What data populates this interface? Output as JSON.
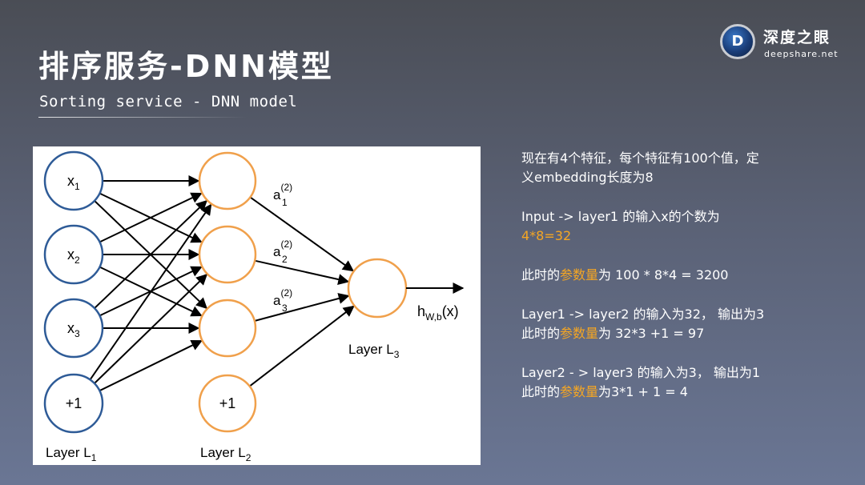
{
  "header": {
    "title": "排序服务-DNN模型",
    "subtitle": "Sorting service - DNN model"
  },
  "logo": {
    "name": "深度之眼",
    "url": "deepshare.net",
    "mark": "D"
  },
  "diagram": {
    "layer1": {
      "nodes": [
        "x",
        "x",
        "x",
        "+1"
      ],
      "node_subs": [
        "1",
        "2",
        "3",
        ""
      ],
      "label": "Layer L",
      "label_sub": "1"
    },
    "layer2": {
      "bias": "+1",
      "label": "Layer L",
      "label_sub": "2"
    },
    "layer3": {
      "label": "Layer L",
      "label_sub": "3"
    },
    "activations": [
      {
        "base": "a",
        "sup": "(2)",
        "sub": "1"
      },
      {
        "base": "a",
        "sup": "(2)",
        "sub": "2"
      },
      {
        "base": "a",
        "sup": "(2)",
        "sub": "3"
      }
    ],
    "output": {
      "h": "h",
      "sub": "W,b",
      "arg": "(x)"
    },
    "colors": {
      "input_node": "#2e5b97",
      "hidden_node": "#f0a04b",
      "edge": "#000000"
    }
  },
  "notes": {
    "p1_line1": "现在有4个特征，每个特征有100个值，定",
    "p1_line2": "义embedding长度为8",
    "p2_line1": "Input -> layer1 的输入x的个数为",
    "p2_line2": "4*8=32",
    "p3_pre": "此时的",
    "p3_hl": "参数量",
    "p3_post": "为 100 * 8*4 = 3200",
    "p4_line1": "Layer1 -> layer2 的输入为32， 输出为3",
    "p4_pre": "此时的",
    "p4_hl": "参数量",
    "p4_post": "为 32*3 +1 = 97",
    "p5_line1": "Layer2 - > layer3 的输入为3， 输出为1",
    "p5_pre": "此时的",
    "p5_hl": "参数量",
    "p5_post": "为3*1 + 1 = 4",
    "highlight_color": "#f5a623"
  }
}
